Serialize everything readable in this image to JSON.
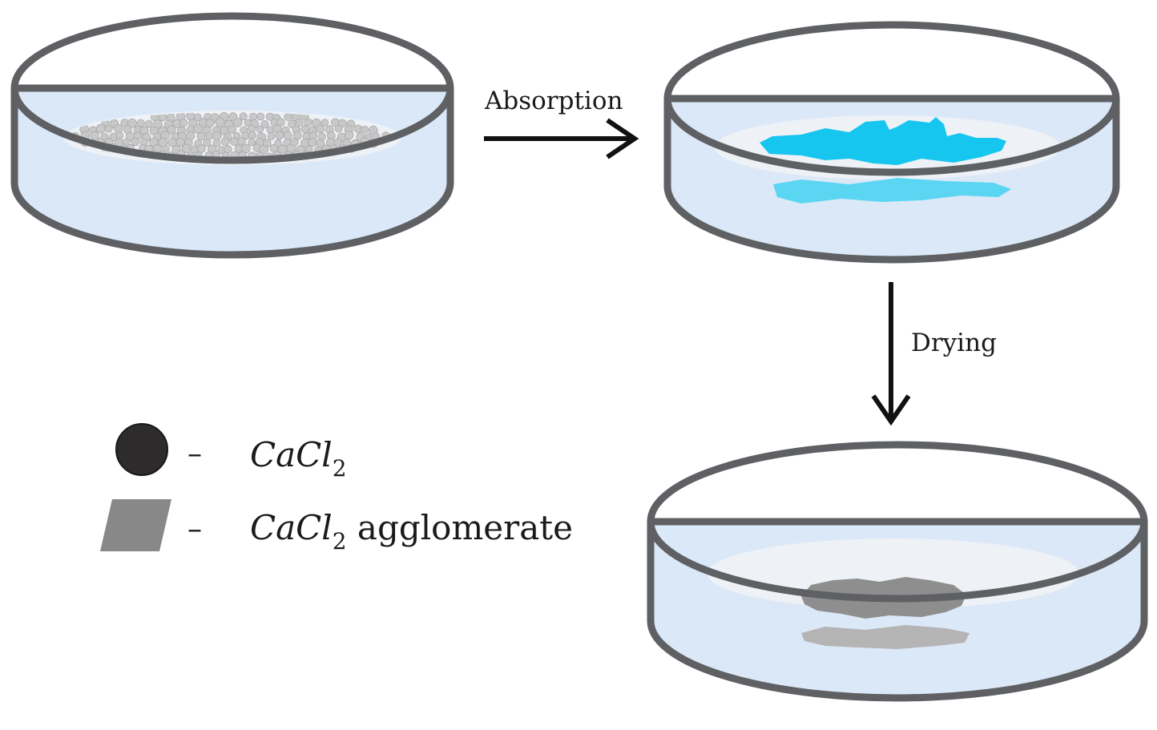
{
  "steps": {
    "absorption_label": "Absorption",
    "drying_label": "Drying"
  },
  "legend": {
    "item1": {
      "dash": "–",
      "symbol": "CaCl",
      "subscript": "2",
      "suffix": ""
    },
    "item2": {
      "dash": "–",
      "symbol": "CaCl",
      "subscript": "2",
      "suffix": " agglomerate"
    }
  },
  "colors": {
    "dish_rim": "#5f6063",
    "dish_fill": "#dbe8f7",
    "dish_inner": "#f3f6fa",
    "particles": "#c8c8c8",
    "solution": "#17c6ef",
    "solution_reflection": "#5ad6f2",
    "agglomerate": "#8e8e8e",
    "agglomerate_reflection": "#b4b4b4",
    "legend_particle": "#2d2b2c",
    "legend_agglomerate": "#888888"
  }
}
